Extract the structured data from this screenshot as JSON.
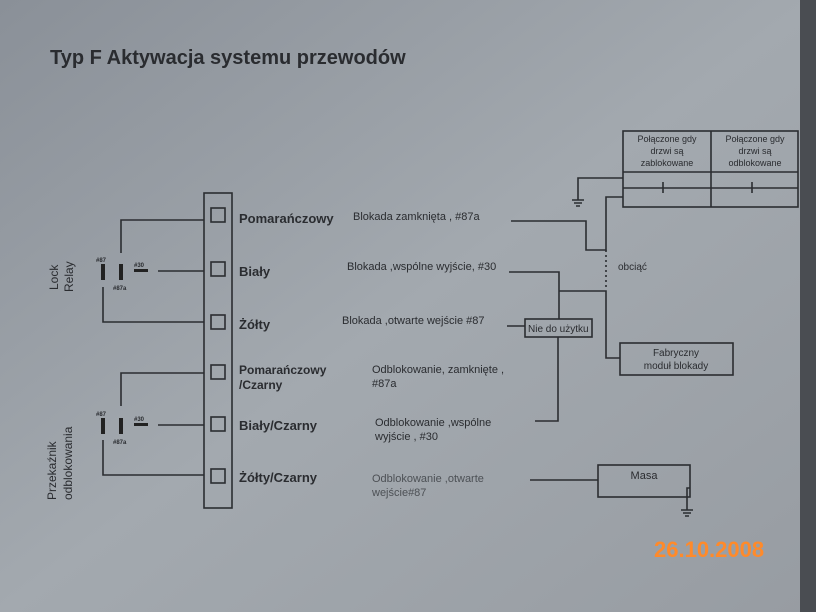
{
  "title": "Typ F Aktywacja systemu przewodów",
  "relays": {
    "lock": {
      "label1": "Lock",
      "label2": "Relay",
      "pin87": "#87",
      "pin87a": "#87a",
      "pin30": "#30"
    },
    "unlock": {
      "label1": "Przekaźnik",
      "label2": "odblokowania",
      "pin87": "#87",
      "pin87a": "#87a",
      "pin30": "#30"
    }
  },
  "wires": [
    {
      "color": "Pomarańczowy",
      "color2": "",
      "desc1": "Blokada zamknięta , #87a",
      "desc2": ""
    },
    {
      "color": "Biały",
      "color2": "",
      "desc1": "Blokada ,wspólne wyjście, #30",
      "desc2": ""
    },
    {
      "color": "Żółty",
      "color2": "",
      "desc1": "Blokada ,otwarte wejście #87",
      "desc2": ""
    },
    {
      "color": "Pomarańczowy",
      "color2": "/Czarny",
      "desc1": "Odblokowanie, zamknięte ,",
      "desc2": "#87a"
    },
    {
      "color": "Biały/Czarny",
      "color2": "",
      "desc1": "Odblokowanie ,wspólne",
      "desc2": "wyjście , #30"
    },
    {
      "color": "Żółty/Czarny",
      "color2": "",
      "desc1": "Odblokowanie ,otwarte",
      "desc2": "wejście#87"
    }
  ],
  "table": {
    "col1": [
      "Połączone gdy",
      "drzwi są",
      "zablokowane"
    ],
    "col2": [
      "Połączone gdy",
      "drzwi są",
      "odblokowane"
    ]
  },
  "labels": {
    "cut": "obciąć",
    "unused": "Nie do użytku",
    "factory1": "Fabryczny",
    "factory2": "moduł blokady",
    "ground": "Masa"
  },
  "date_stamp": "26.10.2008"
}
